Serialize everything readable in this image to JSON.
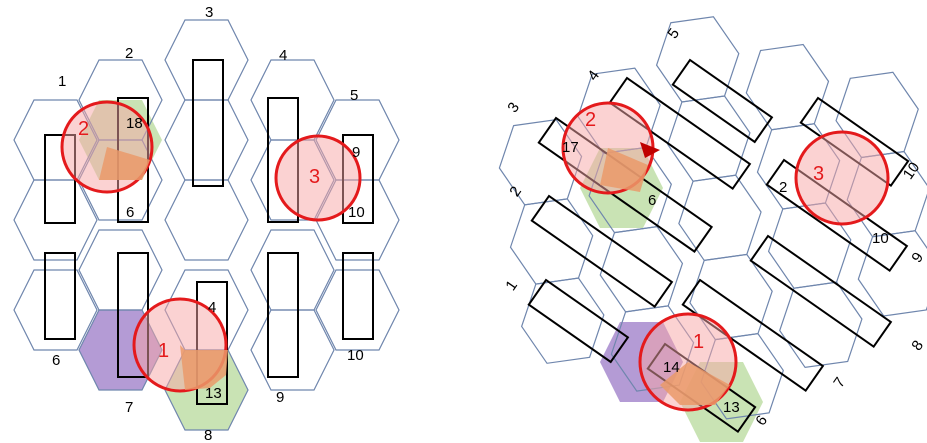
{
  "colors": {
    "hex_stroke": "#6f86ad",
    "pink": "#f7a6a6",
    "green": "#c9e3b4",
    "purple": "#b49bd5",
    "orange": "#ea9a6a",
    "red": "#e41a1c"
  },
  "left_diagram": {
    "segment_labels": [
      "1",
      "2",
      "3",
      "4",
      "5",
      "6",
      "7",
      "8",
      "9",
      "10"
    ],
    "inner_labels": [
      "18",
      "6",
      "9",
      "10",
      "4",
      "13"
    ],
    "circle_labels": [
      "2",
      "3",
      "1"
    ]
  },
  "right_diagram": {
    "segment_labels": [
      "1",
      "2",
      "3",
      "4",
      "5",
      "6",
      "7",
      "8",
      "9",
      "10"
    ],
    "inner_labels": [
      "17",
      "6",
      "2",
      "10",
      "14",
      "13"
    ],
    "circle_labels": [
      "2",
      "3",
      "1"
    ]
  }
}
